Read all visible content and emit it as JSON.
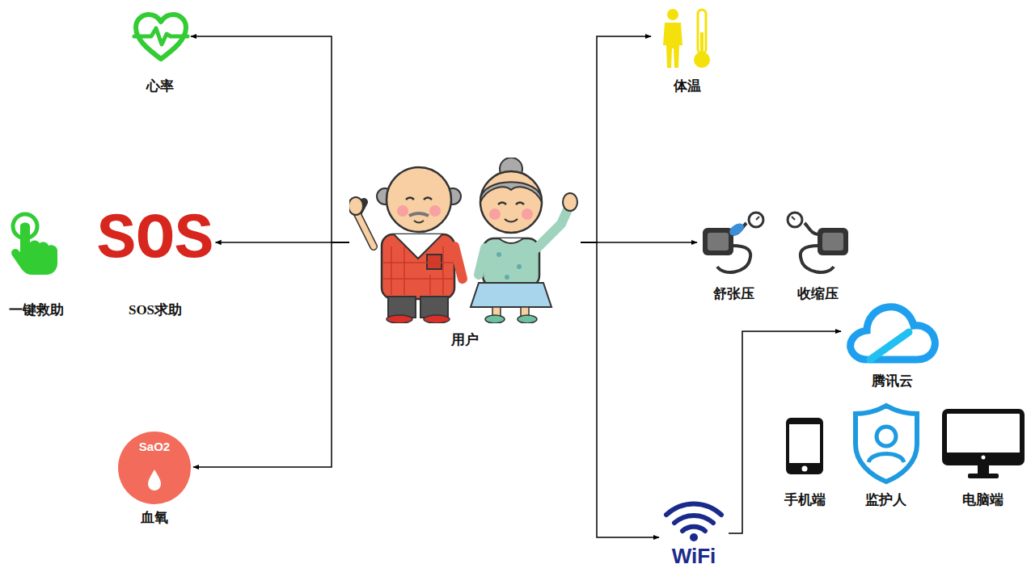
{
  "diagram": {
    "nodes": [
      {
        "text": [
          "心率"
        ]
      },
      {
        "text": [
          "一键救助"
        ]
      },
      {
        "text": [
          "SOS",
          "SOS求助"
        ]
      },
      {
        "text": [
          "用户"
        ]
      },
      {
        "text": [
          "SaO2",
          "血氧"
        ]
      },
      {
        "text": [
          "体温"
        ]
      },
      {
        "text": [
          "舒张压"
        ]
      },
      {
        "text": [
          "收缩压"
        ]
      },
      {
        "text": [
          "腾讯云"
        ]
      },
      {
        "text": [
          "手机端"
        ]
      },
      {
        "text": [
          "监护人"
        ]
      },
      {
        "text": [
          "电脑端"
        ]
      },
      {
        "text": [
          "WiFi"
        ]
      }
    ],
    "edges": [
      {
        "from": 3,
        "to": 0,
        "arrow": "to"
      },
      {
        "from": 3,
        "to": 2,
        "arrow": "to"
      },
      {
        "from": 3,
        "to": 4,
        "arrow": "to"
      },
      {
        "from": 3,
        "to": 5,
        "arrow": "to"
      },
      {
        "from": 3,
        "to": 6,
        "arrow": "to"
      },
      {
        "from": 3,
        "to": 12,
        "arrow": "to"
      },
      {
        "from": 12,
        "to": 8,
        "arrow": "to"
      }
    ]
  }
}
